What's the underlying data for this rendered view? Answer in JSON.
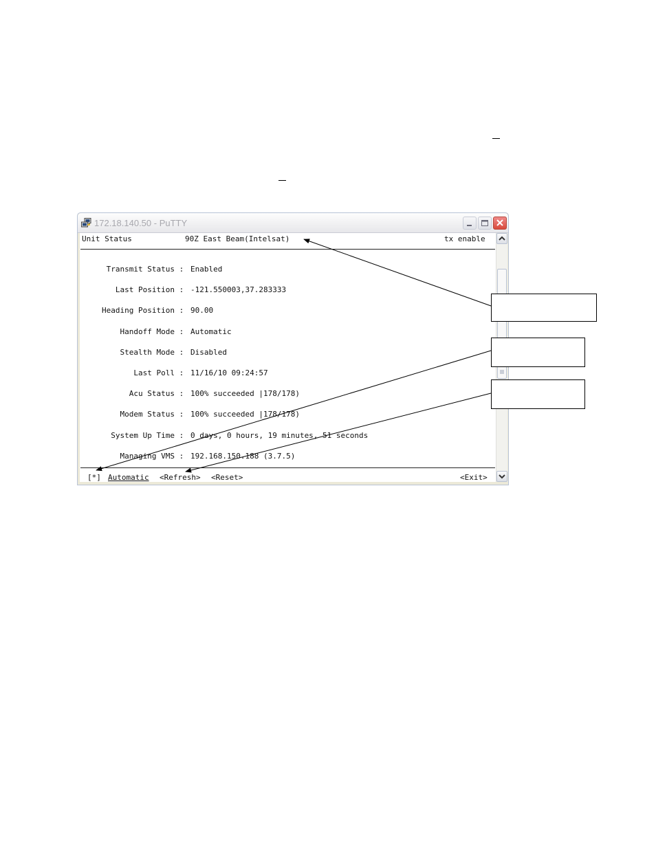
{
  "window": {
    "title": "172.18.140.50 - PuTTY"
  },
  "terminal": {
    "header_left": "Unit Status",
    "header_center": "90Z East Beam(Intelsat)",
    "header_right": "tx enable",
    "fields": [
      {
        "label": "Transmit Status",
        "value": "Enabled"
      },
      {
        "label": "Last Position",
        "value": "-121.550003,37.283333"
      },
      {
        "label": "Heading Position",
        "value": "90.00"
      },
      {
        "label": "Handoff Mode",
        "value": "Automatic"
      },
      {
        "label": "Stealth Mode",
        "value": "Disabled"
      },
      {
        "label": "Last Poll",
        "value": "11/16/10 09:24:57"
      },
      {
        "label": "Acu Status",
        "value": "100% succeeded |178/178)"
      },
      {
        "label": "Modem Status",
        "value": "100% succeeded |178/178)"
      },
      {
        "label": "System Up Time",
        "value": "0 days, 0 hours, 19 minutes, 51 seconds"
      },
      {
        "label": "Managing VMS",
        "value": "192.168.150.188 (3.7.5)"
      }
    ],
    "separator": " : ",
    "footer": {
      "checkbox": "[*]",
      "automatic_label": "Automatic",
      "refresh_label": "<Refresh>",
      "reset_label": "<Reset>",
      "exit_label": "<Exit>"
    }
  }
}
